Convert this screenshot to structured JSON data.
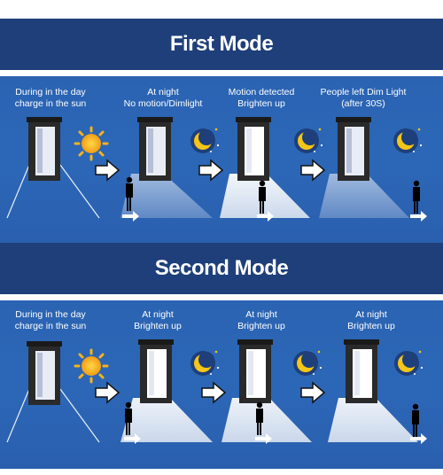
{
  "sections": [
    {
      "title": "First Mode",
      "steps": [
        {
          "line1": "During in the day",
          "line2": "charge in the sun"
        },
        {
          "line1": "At night",
          "line2": "No motion/Dimlight"
        },
        {
          "line1": "Motion detected",
          "line2": "Brighten up"
        },
        {
          "line1": "People left Dim Light",
          "line2": "(after 30S)"
        }
      ]
    },
    {
      "title": "Second Mode",
      "steps": [
        {
          "line1": "During in the day",
          "line2": "charge in the sun"
        },
        {
          "line1": "At night",
          "line2": "Brighten up"
        },
        {
          "line1": "At night",
          "line2": "Brighten up"
        },
        {
          "line1": "At night",
          "line2": "Brighten up"
        }
      ]
    }
  ],
  "colors": {
    "banner": "#1e3f7a",
    "panel": "#2c67b7",
    "sun": "#f7b21b",
    "moon": "#f5c518",
    "lamp_body": "#2a2a2a"
  },
  "icons": [
    "lamp-icon",
    "sun-icon",
    "moon-icon",
    "arrow-right-icon",
    "person-icon",
    "motion-arrow-icon"
  ]
}
